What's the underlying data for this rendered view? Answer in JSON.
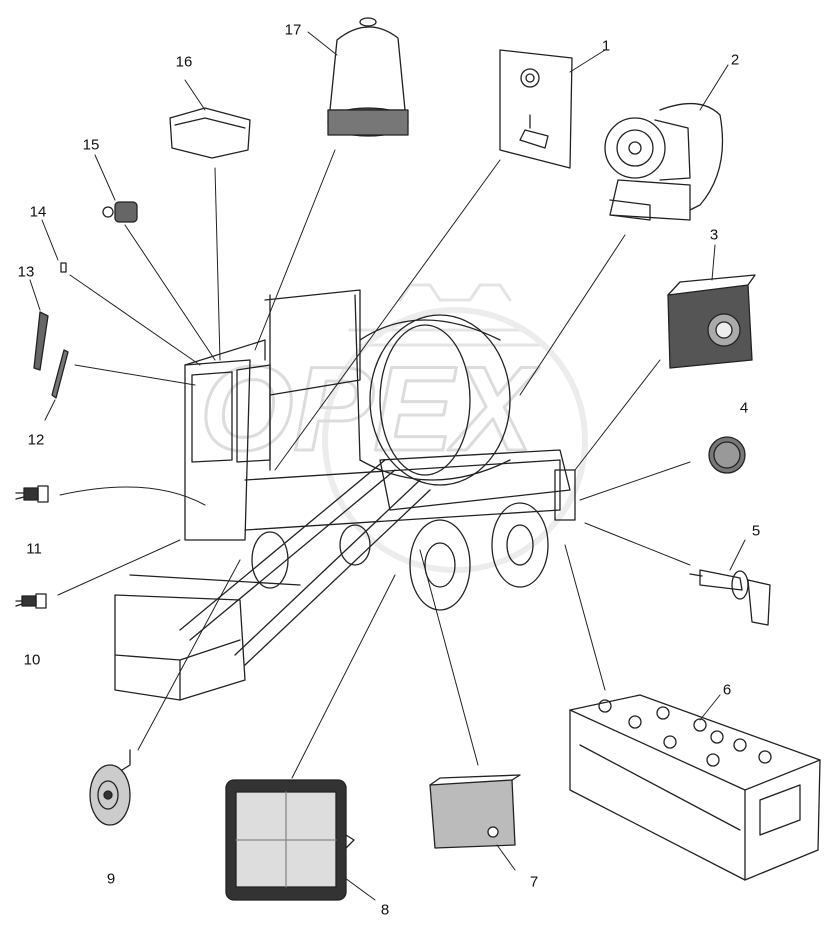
{
  "watermark": {
    "text": "OPEX",
    "color": "#e8e8e8"
  },
  "parts": [
    {
      "id": "part-1",
      "label": "1",
      "name": "switch-panel"
    },
    {
      "id": "part-2",
      "label": "2",
      "name": "wiper-motor"
    },
    {
      "id": "part-3",
      "label": "3",
      "name": "rear-lamp"
    },
    {
      "id": "part-4",
      "label": "4",
      "name": "reflector"
    },
    {
      "id": "part-5",
      "label": "5",
      "name": "ignition-switch"
    },
    {
      "id": "part-6",
      "label": "6",
      "name": "battery"
    },
    {
      "id": "part-7",
      "label": "7",
      "name": "side-indicator-lamp"
    },
    {
      "id": "part-8",
      "label": "8",
      "name": "work-lamp"
    },
    {
      "id": "part-9",
      "label": "9",
      "name": "horn"
    },
    {
      "id": "part-10",
      "label": "10",
      "name": "pressure-switch"
    },
    {
      "id": "part-11",
      "label": "11",
      "name": "temperature-sender"
    },
    {
      "id": "part-12",
      "label": "12",
      "name": "wiper-blade"
    },
    {
      "id": "part-13",
      "label": "13",
      "name": "wiper-arm"
    },
    {
      "id": "part-14",
      "label": "14",
      "name": "fuse"
    },
    {
      "id": "part-15",
      "label": "15",
      "name": "bulb-socket"
    },
    {
      "id": "part-16",
      "label": "16",
      "name": "interior-lamp"
    },
    {
      "id": "part-17",
      "label": "17",
      "name": "beacon-lamp"
    }
  ]
}
